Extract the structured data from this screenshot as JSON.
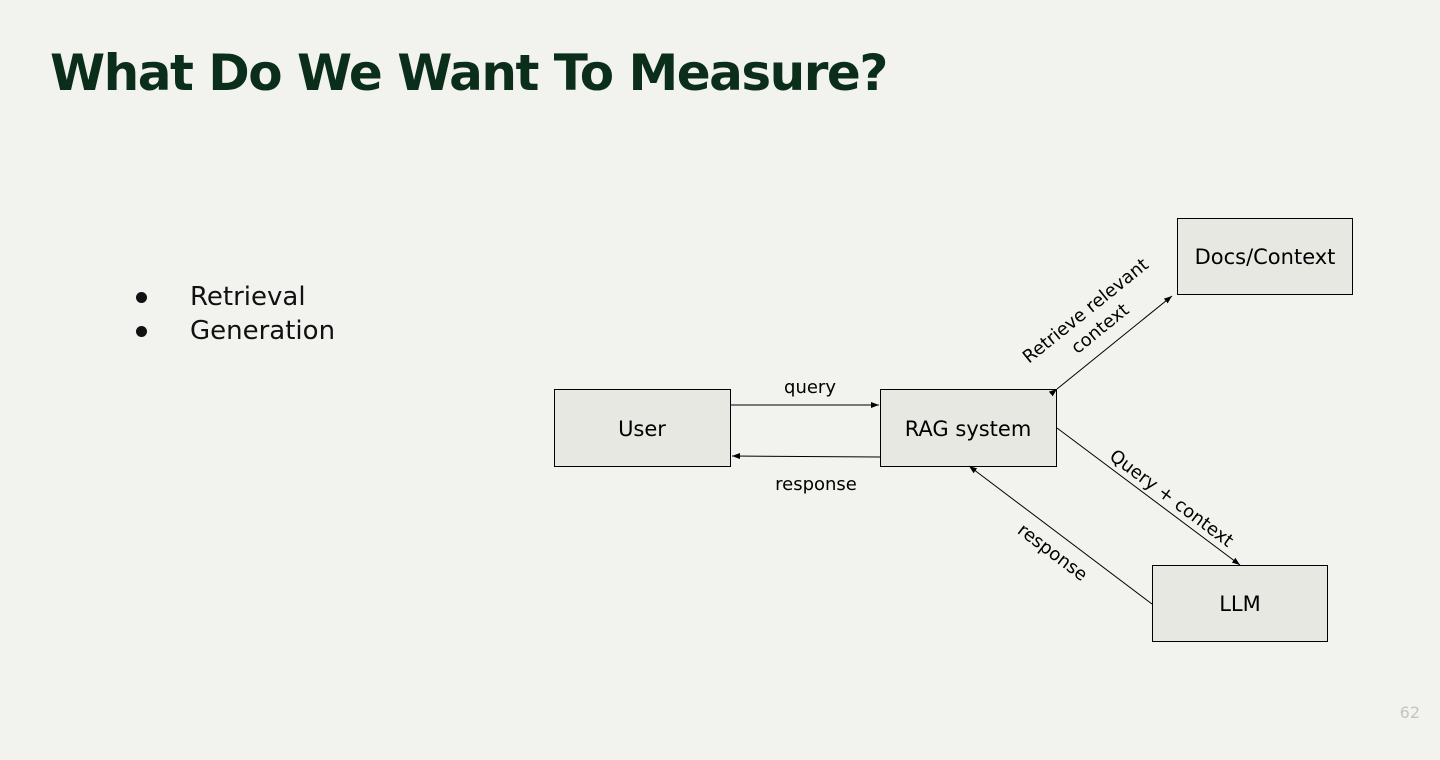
{
  "slide": {
    "title": "What Do We Want To Measure?",
    "page_number": "62"
  },
  "bullets": [
    "Retrieval",
    "Generation"
  ],
  "diagram": {
    "nodes": {
      "user": "User",
      "rag": "RAG system",
      "docs": "Docs/Context",
      "llm": "LLM"
    },
    "edges": {
      "query": "query",
      "response_user": "response",
      "retrieve_line1": "Retrieve relevant",
      "retrieve_line2": "context",
      "query_context": "Query + context",
      "response_llm": "response"
    }
  }
}
